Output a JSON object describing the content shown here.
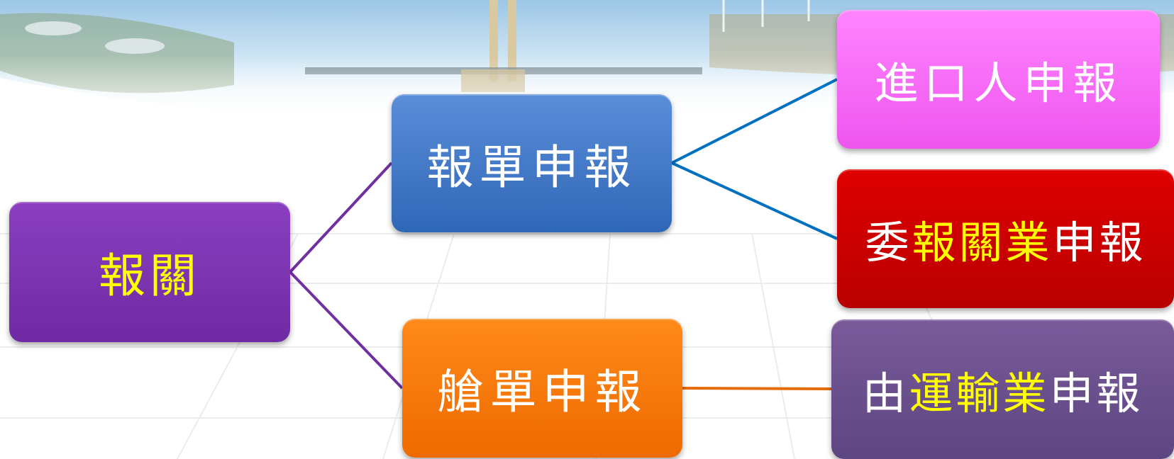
{
  "colors": {
    "root": "#7a33b2",
    "declaration": "#3e78c8",
    "manifest": "#f57700",
    "importer": "#f66cf6",
    "broker": "#cc0000",
    "carrier": "#6a4f8c",
    "line_purple": "#7030a0",
    "line_blue": "#0070c0",
    "line_orange": "#e46c0a",
    "text_white": "#ffffff",
    "text_yellow": "#ffff00"
  },
  "nodes": {
    "root": {
      "segments": [
        {
          "text": "報關",
          "color": "yellow"
        }
      ]
    },
    "declaration": {
      "segments": [
        {
          "text": "報單申報",
          "color": "white"
        }
      ]
    },
    "manifest": {
      "segments": [
        {
          "text": "艙單申報",
          "color": "white"
        }
      ]
    },
    "importer": {
      "segments": [
        {
          "text": "進口人申報",
          "color": "white"
        }
      ]
    },
    "broker": {
      "segments": [
        {
          "text": "委",
          "color": "white"
        },
        {
          "text": "報關業",
          "color": "yellow"
        },
        {
          "text": "申報",
          "color": "white"
        }
      ]
    },
    "carrier": {
      "segments": [
        {
          "text": "由",
          "color": "white"
        },
        {
          "text": "運輸業",
          "color": "yellow"
        },
        {
          "text": "申報",
          "color": "white"
        }
      ]
    }
  },
  "background": {
    "description_icon": "industrial-port-photo-banner"
  }
}
